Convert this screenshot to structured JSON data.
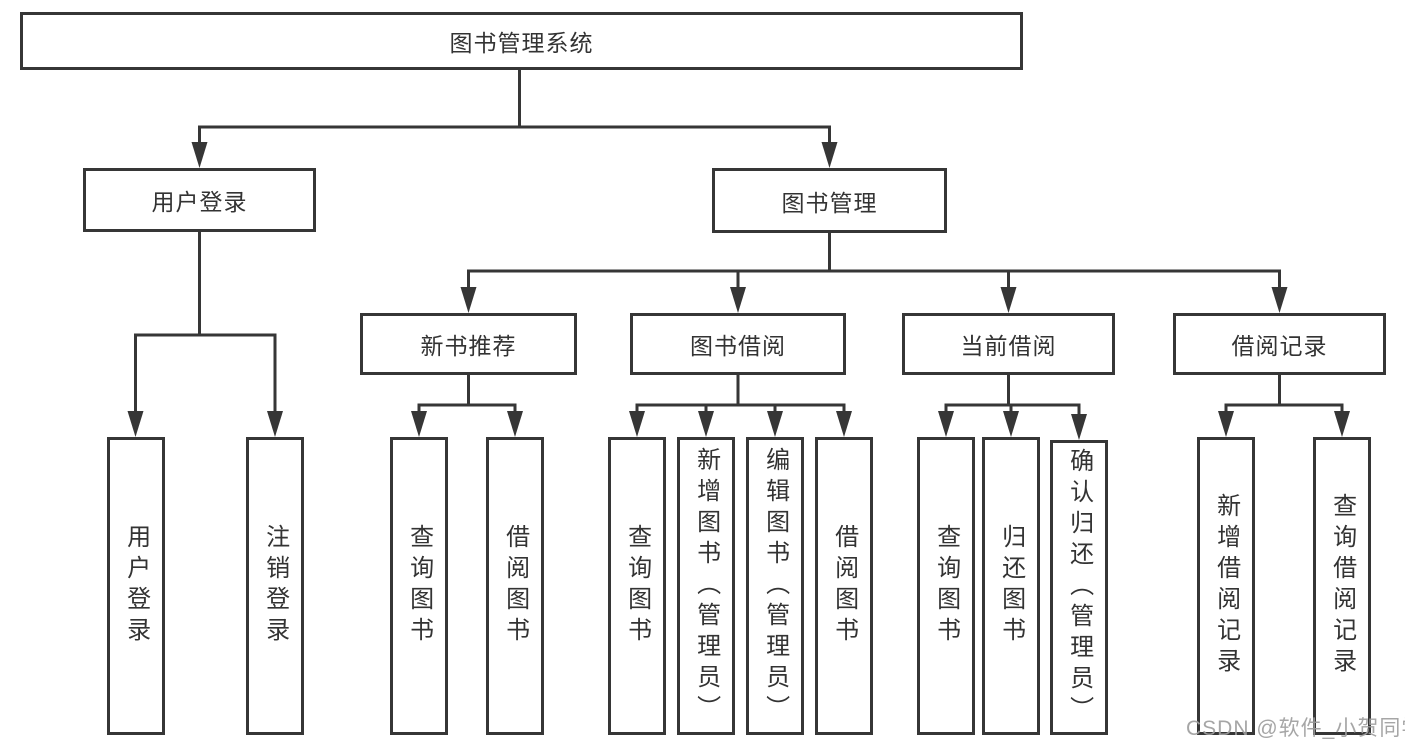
{
  "diagram": {
    "root": "图书管理系统",
    "branches": {
      "user_login": {
        "label": "用户登录",
        "children": [
          "用户登录",
          "注销登录"
        ]
      },
      "book_mgmt": {
        "label": "图书管理",
        "children": [
          {
            "label": "新书推荐",
            "children": [
              "查询图书",
              "借阅图书"
            ]
          },
          {
            "label": "图书借阅",
            "children": [
              "查询图书",
              "新增图书（管理员）",
              "编辑图书（管理员）",
              "借阅图书"
            ]
          },
          {
            "label": "当前借阅",
            "children": [
              "查询图书",
              "归还图书",
              "确认归还（管理员）"
            ]
          },
          {
            "label": "借阅记录",
            "children": [
              "新增借阅记录",
              "查询借阅记录"
            ]
          }
        ]
      }
    }
  },
  "colors": {
    "line": "#363636",
    "text": "#333333",
    "watermark": "#9e9e9e"
  },
  "watermark": "CSDN @软件_小贺同学"
}
